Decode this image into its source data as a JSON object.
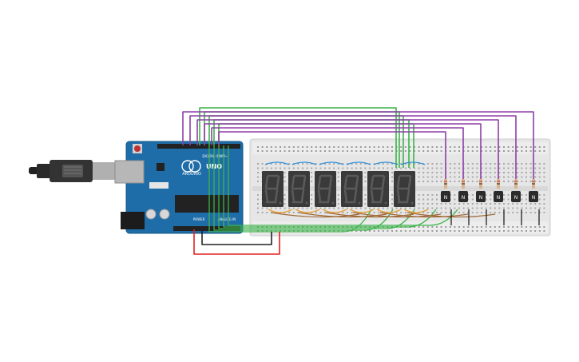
{
  "board": {
    "brand_label": "ARDUINO",
    "model_label": "UNO",
    "digital_label": "DIGITAL (PWM~)",
    "power_label": "POWER",
    "analog_label": "ANALOG IN"
  },
  "displays": {
    "digit_count": 6,
    "digit_glyph": "8"
  },
  "transistors": {
    "count": 6,
    "type_label": "N"
  },
  "colors": {
    "board": "#1f6da8",
    "breadboard": "#e9e9e9",
    "wire_green": "#3cb44a",
    "wire_purple": "#8e3fa6",
    "wire_red": "#e02020",
    "wire_black": "#222222",
    "wire_orange": "#e6a23c",
    "wire_brown": "#a06a3a",
    "wire_blue": "#2f8fd8",
    "display_body": "#3a3a3a",
    "display_segment": "#5a5a5a"
  }
}
